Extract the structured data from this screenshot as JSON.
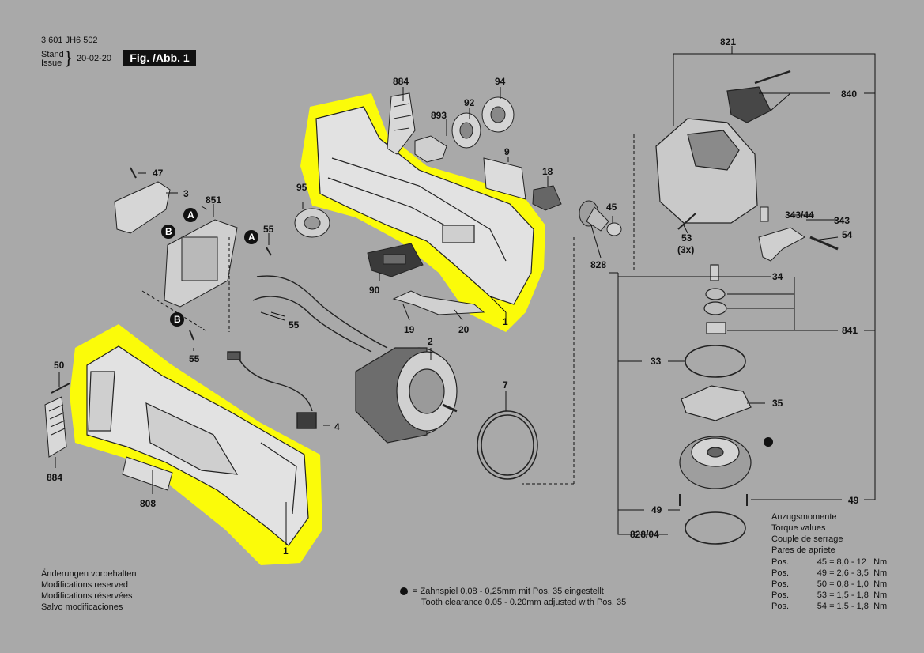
{
  "header": {
    "doc_number": "3 601 JH6 502",
    "stand_label": "Stand",
    "issue_label": "Issue",
    "brace": "}",
    "date": "20-02-20",
    "figure": "Fig. /Abb. 1"
  },
  "callouts": {
    "c884_top": "884",
    "c884_left": "884",
    "c94": "94",
    "c92": "92",
    "c893": "893",
    "c9": "9",
    "c18": "18",
    "c95": "95",
    "c47": "47",
    "c3": "3",
    "c851": "851",
    "c55": "55",
    "c90": "90",
    "c19": "19",
    "c20": "20",
    "c1": "1",
    "c2": "2",
    "c7": "7",
    "c4": "4",
    "c50": "50",
    "c808": "808",
    "c821": "821",
    "c840": "840",
    "c45": "45",
    "c343_44": "343/44",
    "c343": "343",
    "c54": "54",
    "c53": "53",
    "c53_qty": "(3x)",
    "c828": "828",
    "c34": "34",
    "c841": "841",
    "c33": "33",
    "c35": "35",
    "c49": "49",
    "c828_04": "828/04"
  },
  "markers": {
    "a": "A",
    "b": "B"
  },
  "torque": {
    "headings": [
      "Anzugsmomente",
      "Torque values",
      "Couple de serrage",
      "Pares de apriete"
    ],
    "rows": [
      {
        "pos": "Pos.",
        "part": "45",
        "value": "= 8,0 - 12",
        "unit": "Nm"
      },
      {
        "pos": "Pos.",
        "part": "49",
        "value": "= 2,6 - 3,5",
        "unit": "Nm"
      },
      {
        "pos": "Pos.",
        "part": "50",
        "value": "= 0,8 - 1,0",
        "unit": "Nm"
      },
      {
        "pos": "Pos.",
        "part": "53",
        "value": "= 1,5 - 1,8",
        "unit": "Nm"
      },
      {
        "pos": "Pos.",
        "part": "54",
        "value": "= 1,5 - 1,8",
        "unit": "Nm"
      }
    ]
  },
  "note": {
    "lines": [
      "= Zahnspiel 0,08 - 0,25mm mit Pos. 35 eingestellt",
      "Tooth clearance 0.05 - 0.20mm adjusted with Pos. 35"
    ]
  },
  "disclaimer": [
    "Änderungen vorbehalten",
    "Modifications reserved",
    "Modifications réservées",
    "Salvo modificaciones"
  ],
  "colors": {
    "background": "#a9a9a9",
    "highlight": "#ffff00",
    "ink": "#111111"
  }
}
